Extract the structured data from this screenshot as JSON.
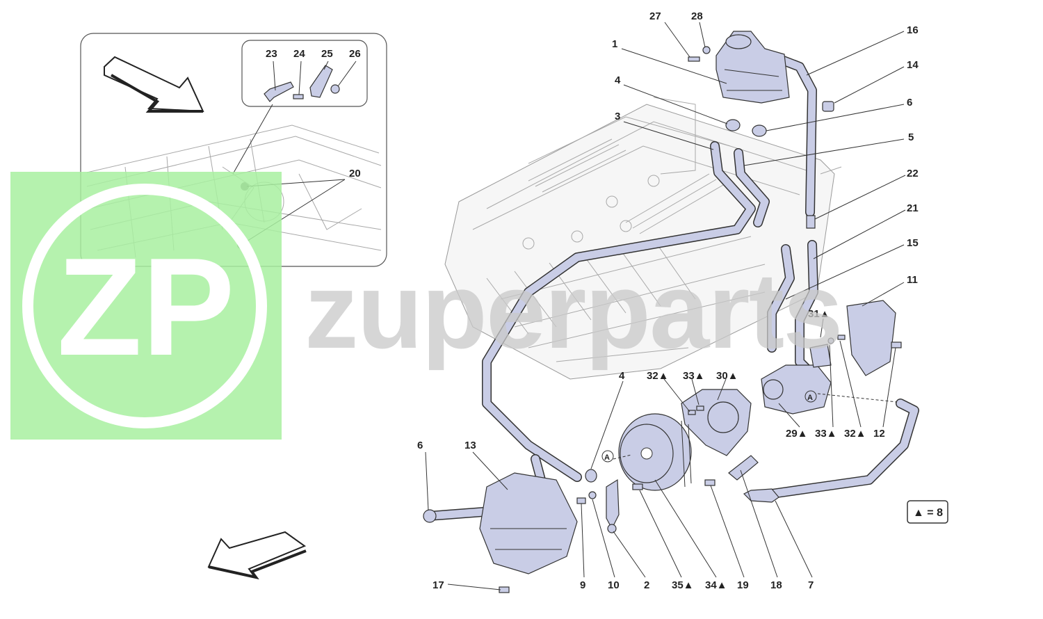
{
  "watermark": {
    "brand_text": "zuperparts",
    "logo_text": "ZP",
    "logo_color": "#a8f0a0"
  },
  "diagram": {
    "labels": {
      "l1": "1",
      "l2": "2",
      "l3": "3",
      "l4a": "4",
      "l4b": "4",
      "l5": "5",
      "l6a": "6",
      "l6b": "6",
      "l7": "7",
      "l9": "9",
      "l10": "10",
      "l11": "11",
      "l12": "12",
      "l13": "13",
      "l14": "14",
      "l15": "15",
      "l16": "16",
      "l17": "17",
      "l18": "18",
      "l19": "19",
      "l20": "20",
      "l21": "21",
      "l22": "22",
      "l23": "23",
      "l24": "24",
      "l25": "25",
      "l26": "26",
      "l27": "27",
      "l28": "28",
      "l29": "29▲",
      "l30": "30▲",
      "l31": "31▲",
      "l32a": "32▲",
      "l32b": "32▲",
      "l33a": "33▲",
      "l33b": "33▲",
      "l34": "34▲",
      "l35": "35▲",
      "markA1": "A",
      "markA2": "A"
    },
    "legend": "▲ = 8",
    "part_color": "#c9cde6"
  }
}
